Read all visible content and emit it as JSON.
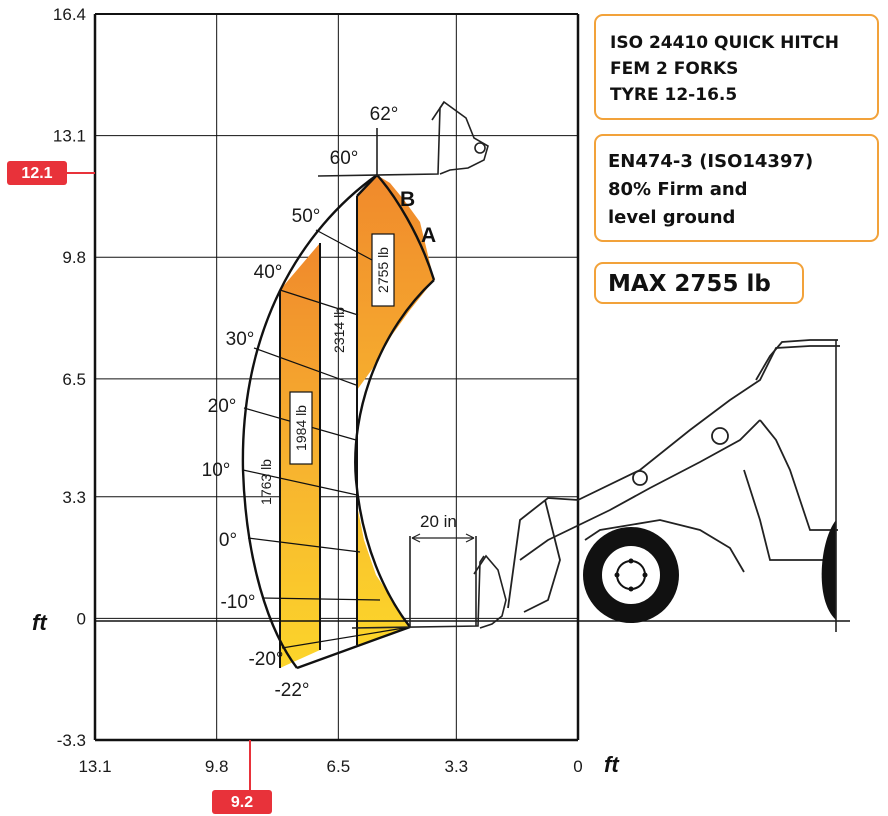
{
  "chart_data": {
    "type": "area",
    "xlabel": "ft",
    "ylabel": "ft",
    "xlim": [
      13.1,
      0
    ],
    "ylim": [
      -3.3,
      16.4
    ],
    "x_ticks": [
      "13.1",
      "9.8",
      "6.5",
      "3.3",
      "0"
    ],
    "y_ticks": [
      "16.4",
      "13.1",
      "9.8",
      "6.5",
      "3.3",
      "0",
      "-3.3"
    ],
    "grid": true,
    "boom_angles": [
      "62°",
      "60°",
      "50°",
      "40°",
      "30°",
      "20°",
      "10°",
      "0°",
      "-10°",
      "-20°",
      "-22°"
    ],
    "load_zones": [
      {
        "name": "1763 lb",
        "x_range": [
          9.7,
          8.6
        ]
      },
      {
        "name": "1984 lb",
        "x_range": [
          8.6,
          7.5
        ]
      },
      {
        "name": "2314 lb",
        "x_range": [
          7.5,
          6.4
        ]
      },
      {
        "name": "2755 lb",
        "x_range": [
          6.4,
          4.8
        ]
      }
    ],
    "curves": [
      "A",
      "B"
    ],
    "annotations": {
      "fork_length": "20 in",
      "max_height_marker": "12.1",
      "max_reach_marker": "9.2"
    }
  },
  "info_boxes": [
    {
      "lines": [
        "ISO 24410 QUICK HITCH",
        "FEM 2 FORKS",
        "TYRE 12-16.5"
      ]
    },
    {
      "lines": [
        "EN474-3 (ISO14397)",
        "80% Firm and",
        "level ground"
      ]
    },
    {
      "lines": [
        "MAX 2755 lb"
      ]
    }
  ],
  "colors": {
    "accent_border": "#f2a23a",
    "marker_red": "#e8323a",
    "zone_dark_orange": "#f0932e",
    "zone_light_yellow": "#fbd12c"
  }
}
